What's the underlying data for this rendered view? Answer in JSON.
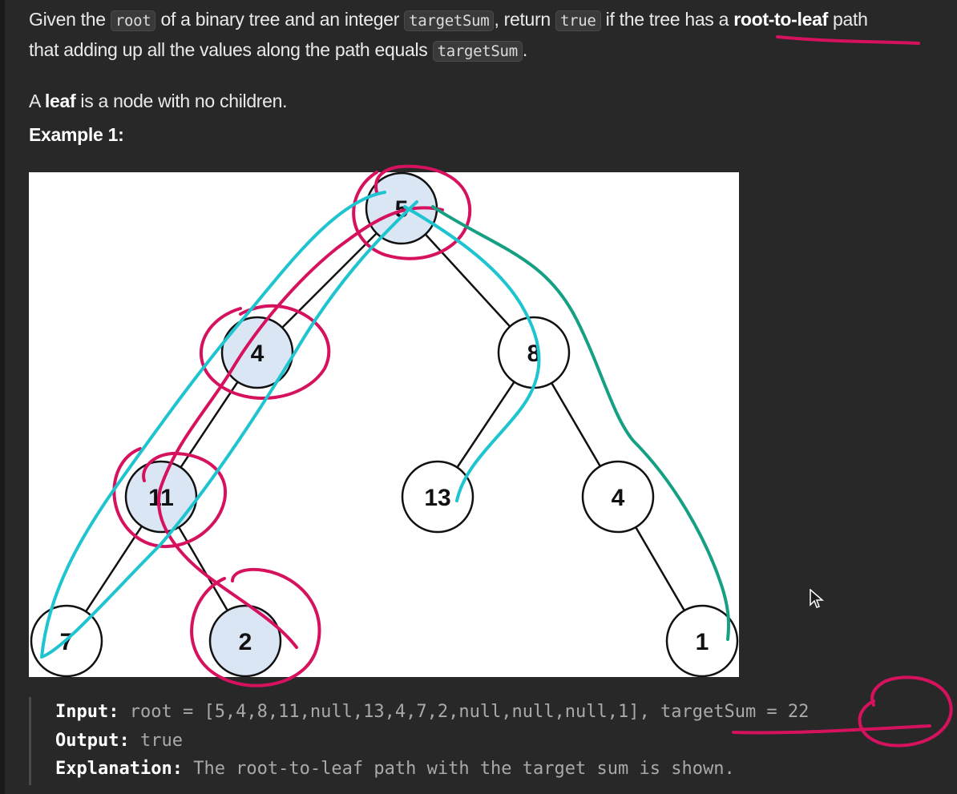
{
  "problem": {
    "desc_line1_a": "Given the ",
    "code_root": "root",
    "desc_line1_b": " of a binary tree and an integer ",
    "code_targetSum": "targetSum",
    "desc_line1_c": ", return ",
    "code_true": "true",
    "desc_line1_d": " if the tree has a ",
    "bold_root_to_leaf": "root-to-leaf",
    "desc_line1_e": " path",
    "desc_line2_a": "that adding up all the values along the path equals ",
    "code_targetSum2": "targetSum",
    "desc_line2_b": ".",
    "leaf_a": "A ",
    "leaf_bold": "leaf",
    "leaf_b": " is a node with no children.",
    "example_title": "Example 1:"
  },
  "tree": {
    "nodes": [
      {
        "label": "5",
        "path": true
      },
      {
        "label": "4",
        "path": true
      },
      {
        "label": "8",
        "path": false
      },
      {
        "label": "11",
        "path": true
      },
      {
        "label": "13",
        "path": false
      },
      {
        "label": "4",
        "path": false
      },
      {
        "label": "7",
        "path": false
      },
      {
        "label": "2",
        "path": true
      },
      {
        "label": "1",
        "path": false
      }
    ]
  },
  "example": {
    "input_label": "Input:",
    "input_value": " root = [5,4,8,11,null,13,4,7,2,null,null,null,1], targetSum = 22",
    "output_label": "Output:",
    "output_value": " true",
    "explanation_label": "Explanation:",
    "explanation_value": " The root-to-leaf path with the target sum is shown."
  },
  "colors": {
    "page_bg": "#282828",
    "node_path_fill": "#dbe6f5",
    "node_fill": "#ffffff",
    "annotation_pink": "#d6125f",
    "annotation_cyan": "#1ec4cf",
    "annotation_green": "#16a083"
  }
}
